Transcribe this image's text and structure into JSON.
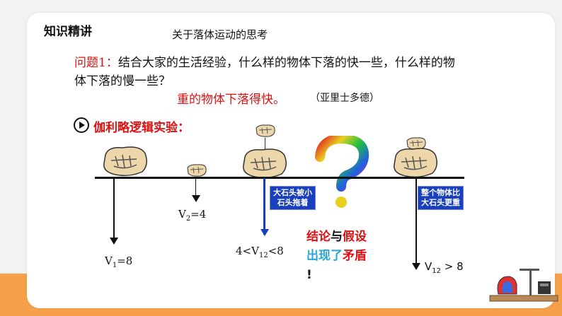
{
  "header": {
    "title": "知识精讲"
  },
  "slide": {
    "subtitle": "关于落体运动的思考",
    "question_label": "问题1：",
    "question_text": "结合大家的生活经验，什么样的物体下落的快一些，什么样的物体下落的慢一些？",
    "answer": "重的物体下落得快。",
    "answer_author": "（亚里士多德）",
    "experiment_title": "伽利略逻辑实验："
  },
  "labels": {
    "v1_base": "V",
    "v1_sub": "1",
    "v1_rest": "=8",
    "v2_base": "V",
    "v2_sub": "2",
    "v2_rest": "=4",
    "v12a_pre": "4<V",
    "v12a_sub": "12",
    "v12a_rest": "<8",
    "v12b_base": "V",
    "v12b_sub": "12",
    "v12b_rest": " > 8"
  },
  "boxes": {
    "dragged_1": "大石头被小",
    "dragged_2": "石头拖着",
    "heavier_1": "整个物体比",
    "heavier_2": "大石头更重"
  },
  "conclusion": {
    "p1": "结论",
    "p2": "与",
    "p3": "假设",
    "p4": "出现了",
    "p5": "矛盾",
    "p6": "!"
  },
  "colors": {
    "red": "#dd1111",
    "blue": "#1a3fbd",
    "cyan": "#2aa6d6",
    "accent_orange": "#f6a14a",
    "stone": "#e8d2a6"
  },
  "icons": [
    "play-icon",
    "stone-icon",
    "question-mark-icon",
    "apparatus-icon"
  ]
}
